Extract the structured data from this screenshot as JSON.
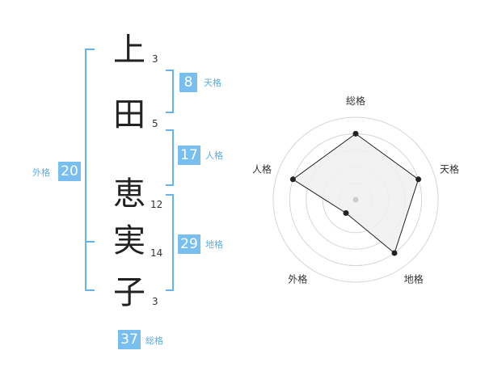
{
  "name": {
    "chars": [
      {
        "char": "上",
        "strokes": "3"
      },
      {
        "char": "田",
        "strokes": "5"
      },
      {
        "char": "恵",
        "strokes": "12"
      },
      {
        "char": "実",
        "strokes": "14"
      },
      {
        "char": "子",
        "strokes": "3"
      }
    ]
  },
  "fortunes": {
    "tenkaku": {
      "value": "8",
      "label": "天格"
    },
    "jinkaku": {
      "value": "17",
      "label": "人格"
    },
    "chikaku": {
      "value": "29",
      "label": "地格"
    },
    "gaikaku": {
      "value": "20",
      "label": "外格"
    },
    "soukaku": {
      "value": "37",
      "label": "総格"
    }
  },
  "chart_data": {
    "type": "radar",
    "axes": [
      "総格",
      "天格",
      "地格",
      "外格",
      "人格"
    ],
    "values": [
      4,
      4,
      4,
      1,
      4
    ],
    "max": 5,
    "rings": 5,
    "colors": {
      "ring": "#d6d6d6",
      "fill": "#f0f0f0",
      "line": "#222222",
      "point": "#222222",
      "center": "#cccccc"
    }
  },
  "colors": {
    "accent": "#78bff0",
    "bracket": "#64b5ee",
    "label": "#5aaee8"
  }
}
